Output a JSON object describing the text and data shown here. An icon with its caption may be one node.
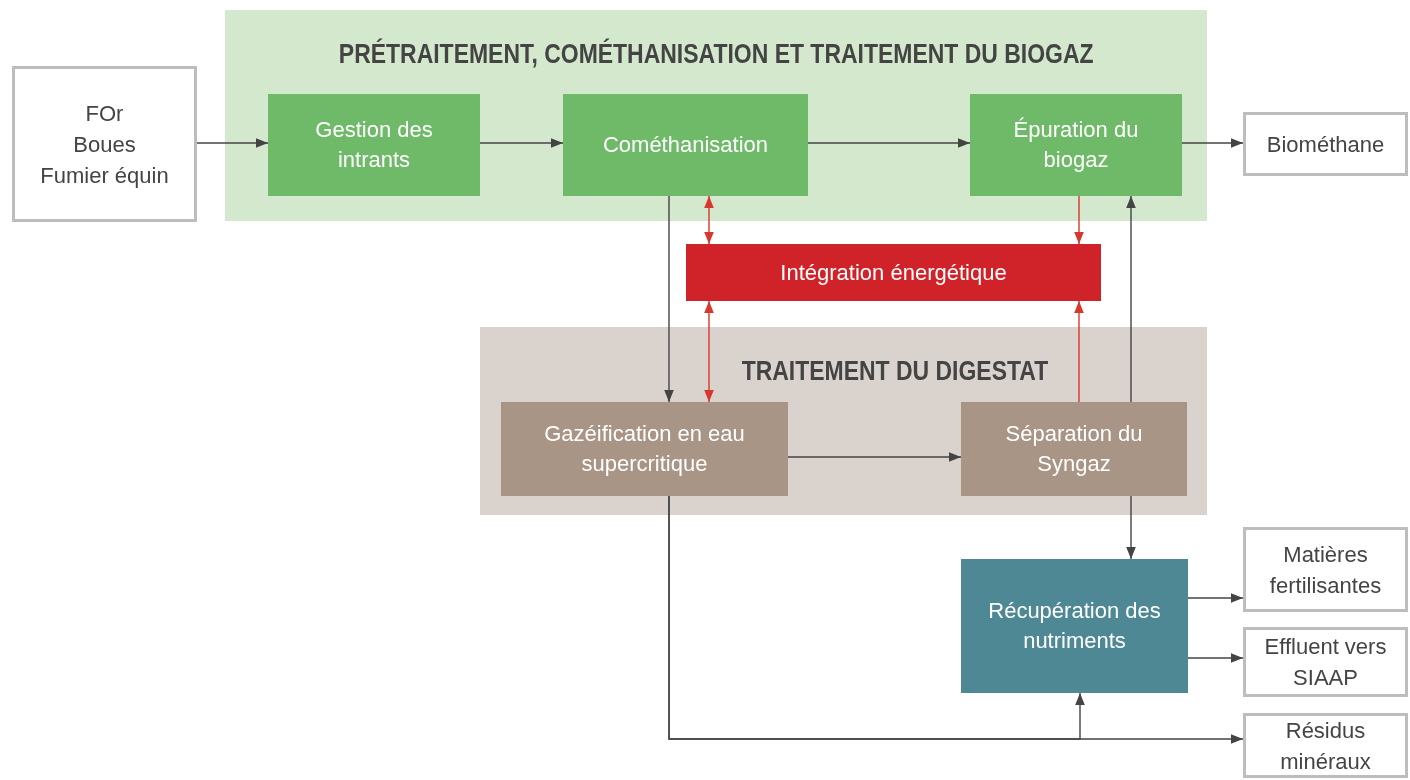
{
  "diagram": {
    "nodes": [
      {
        "text": [
          "FOr",
          "Boues",
          "Fumier équin"
        ]
      },
      {
        "text": [
          "PRÉTRAITEMENT, COMÉTHANISATION ET TRAITEMENT DU BIOGAZ"
        ]
      },
      {
        "text": [
          "Gestion des intrants"
        ],
        "in": 1
      },
      {
        "text": [
          "Cométhanisation"
        ],
        "in": 1
      },
      {
        "text": [
          "Épuration du biogaz"
        ],
        "in": 1
      },
      {
        "text": [
          "Biométhane"
        ]
      },
      {
        "text": [
          "Intégration énergétique"
        ]
      },
      {
        "text": [
          "TRAITEMENT DU DIGESTAT"
        ]
      },
      {
        "text": [
          "Gazéification en eau supercritique"
        ],
        "in": 7
      },
      {
        "text": [
          "Séparation du Syngaz"
        ],
        "in": 7
      },
      {
        "text": [
          "Matières fertilisantes"
        ]
      },
      {
        "text": [
          "Récupération des nutriments"
        ]
      },
      {
        "text": [
          "Effluent vers SIAAP"
        ]
      },
      {
        "text": [
          "Résidus minéraux"
        ]
      }
    ],
    "edges": [
      {
        "from": 0,
        "to": 2,
        "arrow": "to"
      },
      {
        "from": 2,
        "to": 3,
        "arrow": "to"
      },
      {
        "from": 3,
        "to": 4,
        "arrow": "to"
      },
      {
        "from": 4,
        "to": 5,
        "arrow": "to"
      },
      {
        "from": 3,
        "to": 8,
        "arrow": "to"
      },
      {
        "from": 3,
        "to": 6,
        "arrow": "both",
        "color": "#d8372e"
      },
      {
        "from": 6,
        "to": 8,
        "arrow": "both",
        "color": "#d8372e"
      },
      {
        "from": 4,
        "to": 6,
        "arrow": "to",
        "color": "#d8372e"
      },
      {
        "from": 9,
        "to": 6,
        "arrow": "to",
        "color": "#d8372e"
      },
      {
        "from": 8,
        "to": 9,
        "arrow": "to"
      },
      {
        "from": 9,
        "to": 4,
        "arrow": "to"
      },
      {
        "from": 9,
        "to": 11,
        "arrow": "to"
      },
      {
        "from": 11,
        "to": 10,
        "arrow": "to"
      },
      {
        "from": 11,
        "to": 12,
        "arrow": "to"
      },
      {
        "from": 8,
        "to": 13,
        "arrow": "to"
      },
      {
        "from": 8,
        "to": 11,
        "arrow": "to"
      }
    ]
  }
}
